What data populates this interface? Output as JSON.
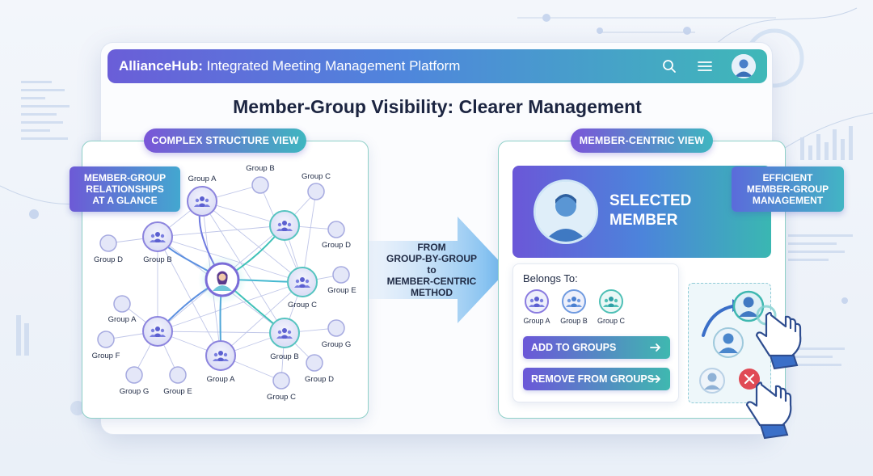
{
  "app": {
    "brand": "AllianceHub:",
    "title_rest": " Integrated Meeting Management Platform",
    "icons": [
      "search-icon",
      "menu-icon",
      "user-avatar"
    ]
  },
  "heading": "Member-Group Visibility: Clearer Management",
  "left_panel": {
    "pill": "COMPLEX STRUCTURE VIEW",
    "callout": [
      "MEMBER-GROUP",
      "RELATIONSHIPS",
      "AT A GLANCE"
    ],
    "nodes": [
      {
        "label": "Group A"
      },
      {
        "label": "Group B"
      },
      {
        "label": "Group C"
      },
      {
        "label": "Group D"
      },
      {
        "label": "Group B"
      },
      {
        "label": "Group D"
      },
      {
        "label": "Group C"
      },
      {
        "label": "Group E"
      },
      {
        "label": "Group A"
      },
      {
        "label": "Group F"
      },
      {
        "label": "Group G"
      },
      {
        "label": "Group E"
      },
      {
        "label": "Group A"
      },
      {
        "label": "Group B"
      },
      {
        "label": "Group G"
      },
      {
        "label": "Group D"
      },
      {
        "label": "Group C"
      }
    ]
  },
  "middle": {
    "lines": [
      "FROM",
      "GROUP-BY-GROUP",
      "to",
      "MEMBER-CENTRIC",
      "METHOD"
    ]
  },
  "right_panel": {
    "pill": "MEMBER-CENTRIC VIEW",
    "callout": [
      "EFFICIENT",
      "MEMBER-GROUP",
      "MANAGEMENT"
    ],
    "selected": [
      "SELECTED",
      "MEMBER"
    ],
    "belongs_label": "Belongs To:",
    "groups": [
      "Group A",
      "Group B",
      "Group C"
    ],
    "add_button": "ADD TO GROUPS",
    "remove_button": "REMOVE FROM GROUPS"
  },
  "colors": {
    "accent_purple": "#6b57d8",
    "accent_teal": "#3fb8b0",
    "remove_red": "#e04a55"
  }
}
